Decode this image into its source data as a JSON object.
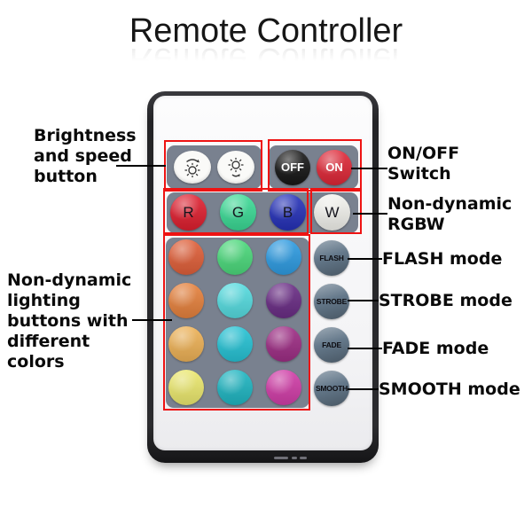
{
  "title": "Remote Controller",
  "annotations": {
    "box_color": "#ee1313",
    "line_color": "#000000",
    "brightness": {
      "label": "Brightness\nand speed\nbutton"
    },
    "lighting": {
      "label": "Non-dynamic\nlighting\nbuttons with\ndifferent\ncolors"
    },
    "onoff": {
      "label": "ON/OFF\nSwitch"
    },
    "rgbw": {
      "label": "Non-dynamic\nRGBW"
    },
    "flash": {
      "label": "FLASH mode"
    },
    "strobe": {
      "label": "STROBE mode"
    },
    "fade": {
      "label": "FADE mode"
    },
    "smooth": {
      "label": "SMOOTH mode"
    }
  },
  "remote": {
    "panel_color": "#79818f",
    "mode_button_color": "#64788a",
    "brightness_buttons": [
      {
        "icon": "brightness-up-icon"
      },
      {
        "icon": "brightness-down-icon"
      }
    ],
    "power": {
      "off_label": "OFF",
      "off_color": "#161616",
      "on_label": "ON",
      "on_color": "#e02737"
    },
    "rgbw_buttons": [
      {
        "label": "R",
        "color": "#e01f2f"
      },
      {
        "label": "G",
        "color": "#3bdb96"
      },
      {
        "label": "B",
        "color": "#2531b9"
      },
      {
        "label": "W",
        "color": "#f4f4ef"
      }
    ],
    "mode_buttons": [
      {
        "label": "FLASH"
      },
      {
        "label": "STROBE"
      },
      {
        "label": "FADE"
      },
      {
        "label": "SMOOTH"
      }
    ],
    "color_grid": {
      "rows": [
        [
          "#e0603a",
          "#4cd97c",
          "#2f9ce2"
        ],
        [
          "#e6823e",
          "#56dce0",
          "#6a2d85"
        ],
        [
          "#eeb257",
          "#27c3d5",
          "#9e2e85"
        ],
        [
          "#ece96f",
          "#20b6c2",
          "#d13ea8"
        ]
      ]
    }
  }
}
